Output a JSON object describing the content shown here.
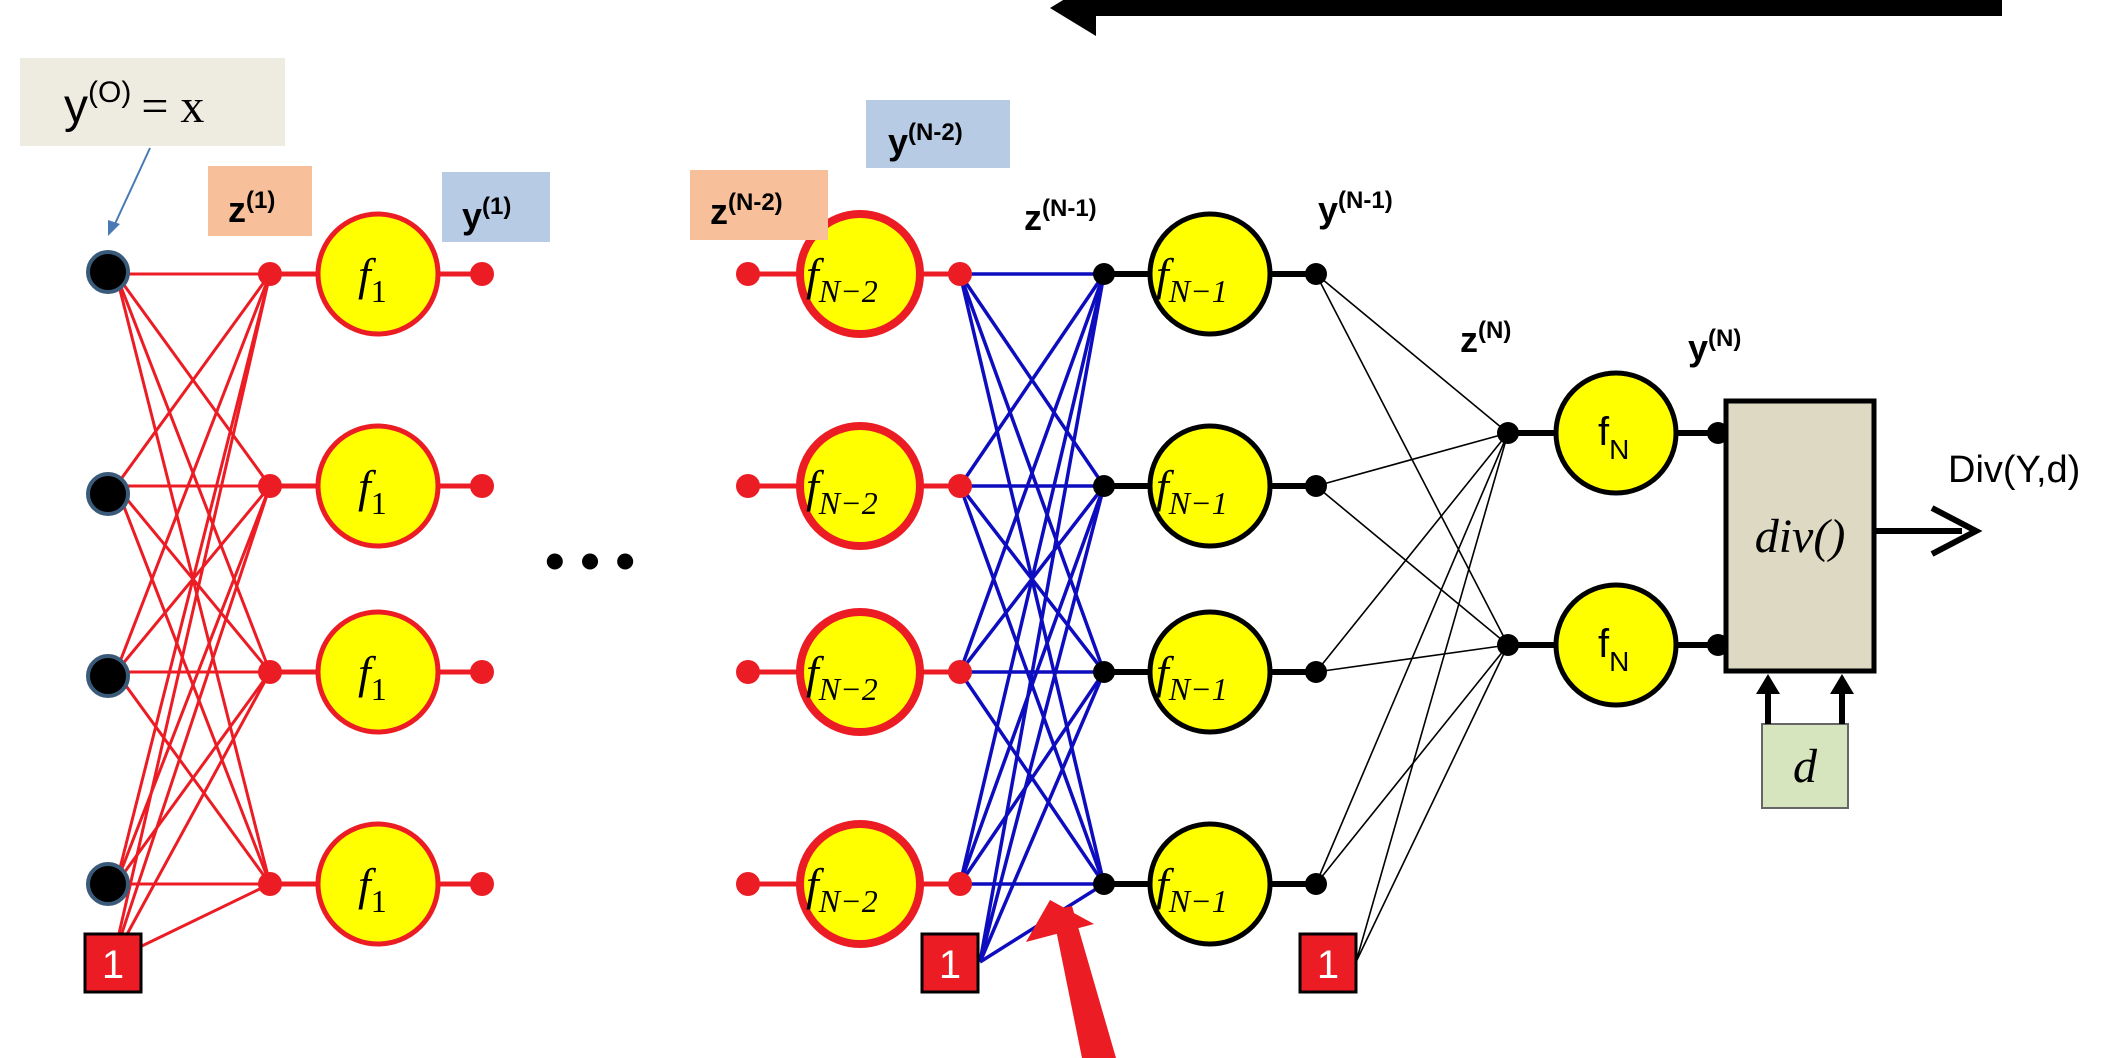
{
  "labels": {
    "y0_base": "y",
    "y0_sup": "(O)",
    "y0_rhs": "= x",
    "z1_base": "z",
    "z1_sup": "(1)",
    "y1_base": "y",
    "y1_sup": "(1)",
    "zN2_base": "z",
    "zN2_sup": "(N-2)",
    "yN2_base": "y",
    "yN2_sup": "(N-2)",
    "zN1_base": "z",
    "zN1_sup": "(N-1)",
    "yN1_base": "y",
    "yN1_sup": "(N-1)",
    "zN_base": "z",
    "zN_sup": "(N)",
    "yN_base": "y",
    "yN_sup": "(N)",
    "output": "Div(Y,d)",
    "ellipsis": "• • •"
  },
  "nodes": {
    "f1_base": "f",
    "f1_sub": "1",
    "fN2_base": "f",
    "fN2_sub": "N−2",
    "fN1_base": "f",
    "fN1_sub": "N−1",
    "fN_base": "f",
    "fN_sub": "N",
    "bias": "1",
    "div": "div()",
    "target": "d"
  },
  "colors": {
    "red": "#ec1c24",
    "yellow": "#ffff00",
    "blue": "#0d0dbf",
    "black": "#000000",
    "peach": "#f8c09a",
    "lightblue": "#b7cbe5",
    "beige": "#eeece1",
    "divbox": "#ddd9c3",
    "green": "#d6e5bd"
  }
}
